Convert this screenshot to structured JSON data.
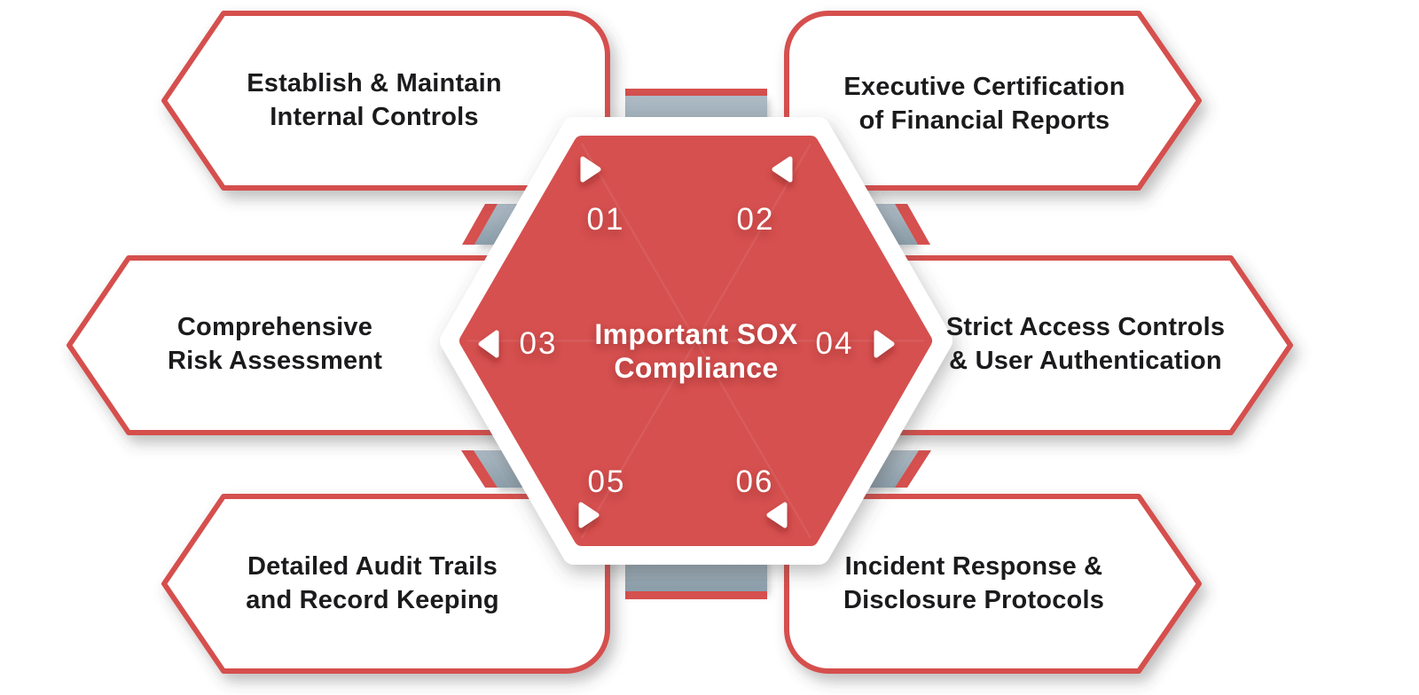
{
  "diagram": {
    "type": "hexagon-hub-infographic",
    "center": {
      "title": "Important SOX Compliance",
      "lines": [
        "Important SOX",
        "Compliance"
      ]
    },
    "items": [
      {
        "number": "01",
        "position": "top-left",
        "lines": [
          "Establish & Maintain",
          "Internal Controls"
        ]
      },
      {
        "number": "02",
        "position": "top-right",
        "lines": [
          "Executive Certification",
          "of Financial Reports"
        ]
      },
      {
        "number": "03",
        "position": "middle-left",
        "lines": [
          "Comprehensive",
          "Risk Assessment"
        ]
      },
      {
        "number": "04",
        "position": "middle-right",
        "lines": [
          "Strict Access Controls",
          "& User Authentication"
        ]
      },
      {
        "number": "05",
        "position": "bottom-left",
        "lines": [
          "Detailed Audit Trails",
          "and Record Keeping"
        ]
      },
      {
        "number": "06",
        "position": "bottom-right",
        "lines": [
          "Incident Response &",
          "Disclosure Protocols"
        ]
      }
    ],
    "colors": {
      "hexagon_red": "#d5504f",
      "border_red": "#d5504e",
      "connector_slate": "#9daebb",
      "label_text": "#1b1b1d",
      "white": "#ffffff",
      "background": "#ffffff"
    }
  }
}
